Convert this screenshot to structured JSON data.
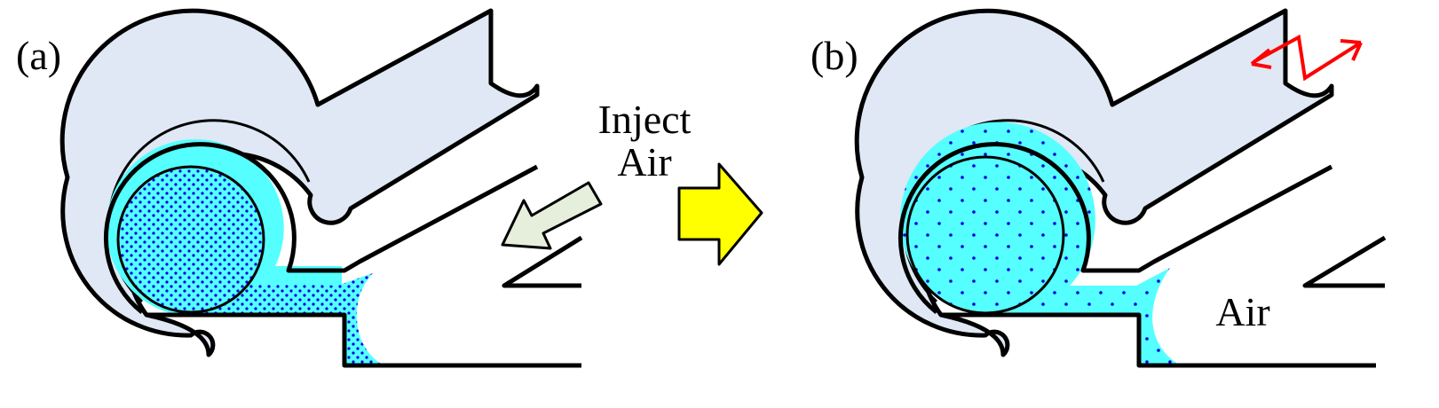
{
  "panels": [
    {
      "id": "a",
      "label": "(a)"
    },
    {
      "id": "b",
      "label": "(b)"
    }
  ],
  "annotations": {
    "inject_line1": "Inject",
    "inject_line2": "Air",
    "air_label": "Air"
  },
  "colors": {
    "housing": "#dfe8f4",
    "liquid": "#55ffff",
    "dots": "#0000dd",
    "outline": "#000000",
    "inject_arrow": "#e6efdc",
    "transition_arrow": "#ffff00",
    "vibration": "#ff0000"
  }
}
